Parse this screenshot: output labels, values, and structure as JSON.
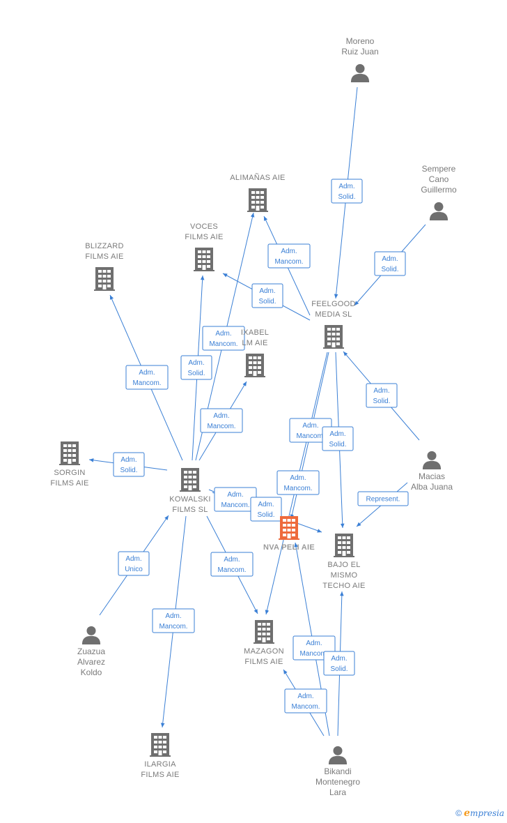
{
  "colors": {
    "edge": "#3a7fd5",
    "building": "#6f6f6f",
    "focus_building": "#ee6a3c",
    "person": "#6f6f6f",
    "label": "#7a7a7a"
  },
  "nodes": [
    {
      "id": "moreno",
      "kind": "person",
      "icon": "person-icon",
      "lines": [
        "Moreno",
        "Ruiz Juan"
      ]
    },
    {
      "id": "sempere",
      "kind": "person",
      "icon": "person-icon",
      "lines": [
        "Sempere",
        "Cano",
        "Guillermo"
      ]
    },
    {
      "id": "alimanas",
      "kind": "company",
      "icon": "building-icon",
      "lines": [
        "ALIMAÑAS AIE"
      ]
    },
    {
      "id": "voces",
      "kind": "company",
      "icon": "building-icon",
      "lines": [
        "VOCES",
        "FILMS AIE"
      ]
    },
    {
      "id": "blizzard",
      "kind": "company",
      "icon": "building-icon",
      "lines": [
        "BLIZZARD",
        "FILMS  AIE"
      ]
    },
    {
      "id": "feelgood",
      "kind": "company",
      "icon": "building-icon",
      "lines": [
        "FEELGOOD",
        "MEDIA  SL"
      ]
    },
    {
      "id": "ixabel",
      "kind": "company",
      "icon": "building-icon",
      "lines": [
        "IXABEL",
        "LM AIE"
      ]
    },
    {
      "id": "sorgin",
      "kind": "company",
      "icon": "building-icon",
      "lines": [
        "SORGIN",
        "FILMS AIE"
      ]
    },
    {
      "id": "kowalski",
      "kind": "company",
      "icon": "building-icon",
      "lines": [
        "KOWALSKI",
        "FILMS SL"
      ]
    },
    {
      "id": "nvapeli",
      "kind": "company",
      "focus": true,
      "icon": "building-icon",
      "lines": [
        "NVA PELI  AIE"
      ]
    },
    {
      "id": "bajo",
      "kind": "company",
      "icon": "building-icon",
      "lines": [
        "BAJO EL",
        "MISMO",
        "TECHO AIE"
      ]
    },
    {
      "id": "macias",
      "kind": "person",
      "icon": "person-icon",
      "lines": [
        "Macias",
        "Alba Juana"
      ]
    },
    {
      "id": "zuazua",
      "kind": "person",
      "icon": "person-icon",
      "lines": [
        "Zuazua",
        "Alvarez",
        "Koldo"
      ]
    },
    {
      "id": "mazagon",
      "kind": "company",
      "icon": "building-icon",
      "lines": [
        "MAZAGON",
        "FILMS  AIE"
      ]
    },
    {
      "id": "ilargia",
      "kind": "company",
      "icon": "building-icon",
      "lines": [
        "ILARGIA",
        "FILMS  AIE"
      ]
    },
    {
      "id": "bikandi",
      "kind": "person",
      "icon": "person-icon",
      "lines": [
        "Bikandi",
        "Montenegro",
        "Lara"
      ]
    }
  ],
  "edges": [
    {
      "from": "moreno",
      "to": "feelgood",
      "label": [
        "Adm.",
        "Solid."
      ]
    },
    {
      "from": "sempere",
      "to": "feelgood",
      "label": [
        "Adm.",
        "Solid."
      ]
    },
    {
      "from": "feelgood",
      "to": "alimanas",
      "label": [
        "Adm.",
        "Mancom."
      ]
    },
    {
      "from": "feelgood",
      "to": "voces",
      "label": [
        "Adm.",
        "Solid."
      ]
    },
    {
      "from": "feelgood",
      "to": "nvapeli",
      "label": [
        "Adm.",
        "Mancom."
      ]
    },
    {
      "from": "feelgood",
      "to": "bajo",
      "label": [
        "Adm.",
        "Solid."
      ]
    },
    {
      "from": "feelgood",
      "to": "mazagon",
      "label": [
        "Adm.",
        "Mancom."
      ]
    },
    {
      "from": "macias",
      "to": "feelgood",
      "label": [
        "Adm.",
        "Solid."
      ]
    },
    {
      "from": "macias",
      "to": "bajo",
      "label": [
        "Represent."
      ]
    },
    {
      "from": "kowalski",
      "to": "blizzard",
      "label": [
        "Adm.",
        "Mancom."
      ]
    },
    {
      "from": "kowalski",
      "to": "voces",
      "label": [
        "Adm.",
        "Solid."
      ]
    },
    {
      "from": "kowalski",
      "to": "alimanas",
      "label": [
        "Adm.",
        "Mancom."
      ]
    },
    {
      "from": "kowalski",
      "to": "ixabel",
      "label": [
        "Adm.",
        "Mancom."
      ]
    },
    {
      "from": "kowalski",
      "to": "sorgin",
      "label": [
        "Adm.",
        "Solid."
      ]
    },
    {
      "from": "kowalski",
      "to": "nvapeli",
      "label": [
        "Adm.",
        "Mancom."
      ]
    },
    {
      "from": "kowalski",
      "to": "bajo",
      "label": [
        "Adm.",
        "Solid."
      ]
    },
    {
      "from": "kowalski",
      "to": "mazagon",
      "label": [
        "Adm.",
        "Mancom."
      ]
    },
    {
      "from": "kowalski",
      "to": "ilargia",
      "label": [
        "Adm.",
        "Mancom."
      ]
    },
    {
      "from": "zuazua",
      "to": "kowalski",
      "label": [
        "Adm.",
        "Unico"
      ]
    },
    {
      "from": "bikandi",
      "to": "nvapeli",
      "label": [
        "Adm.",
        "Mancom."
      ]
    },
    {
      "from": "bikandi",
      "to": "bajo",
      "label": [
        "Adm.",
        "Solid."
      ]
    },
    {
      "from": "bikandi",
      "to": "mazagon",
      "label": [
        "Adm.",
        "Mancom."
      ]
    }
  ],
  "footer": {
    "copyright": "©",
    "brand_initial": "e",
    "brand_rest": "mpresia"
  }
}
